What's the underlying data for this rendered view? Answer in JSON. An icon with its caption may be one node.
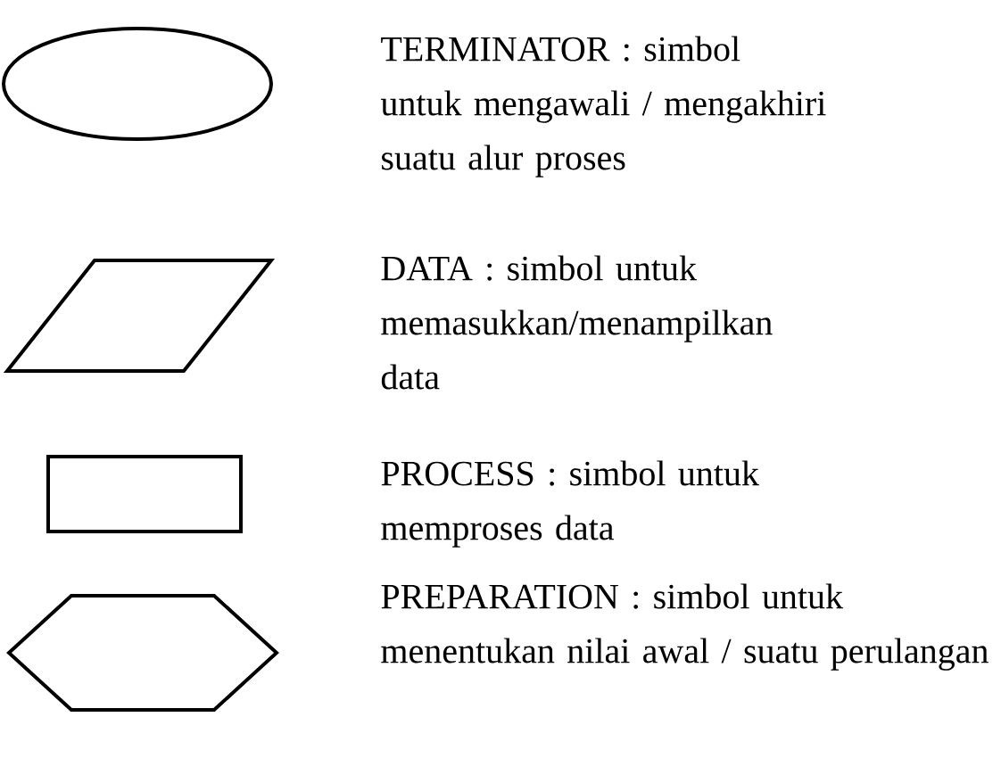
{
  "diagram": {
    "nodes": [
      {
        "text": [],
        "shape": "ellipse",
        "beside": [
          "TERMINATOR : simbol untuk mengawali / mengakhiri suatu alur proses"
        ]
      },
      {
        "text": [],
        "shape": "parallelogram",
        "beside": [
          "DATA : simbol untuk memasukkan/menampilkan data"
        ]
      },
      {
        "text": [],
        "shape": "box",
        "beside": [
          "PROCESS : simbol untuk memproses data"
        ]
      },
      {
        "text": [],
        "shape": "hexagon",
        "beside": [
          "PREPARATION : simbol untuk menentukan nilai awal / suatu perulangan"
        ]
      }
    ]
  }
}
